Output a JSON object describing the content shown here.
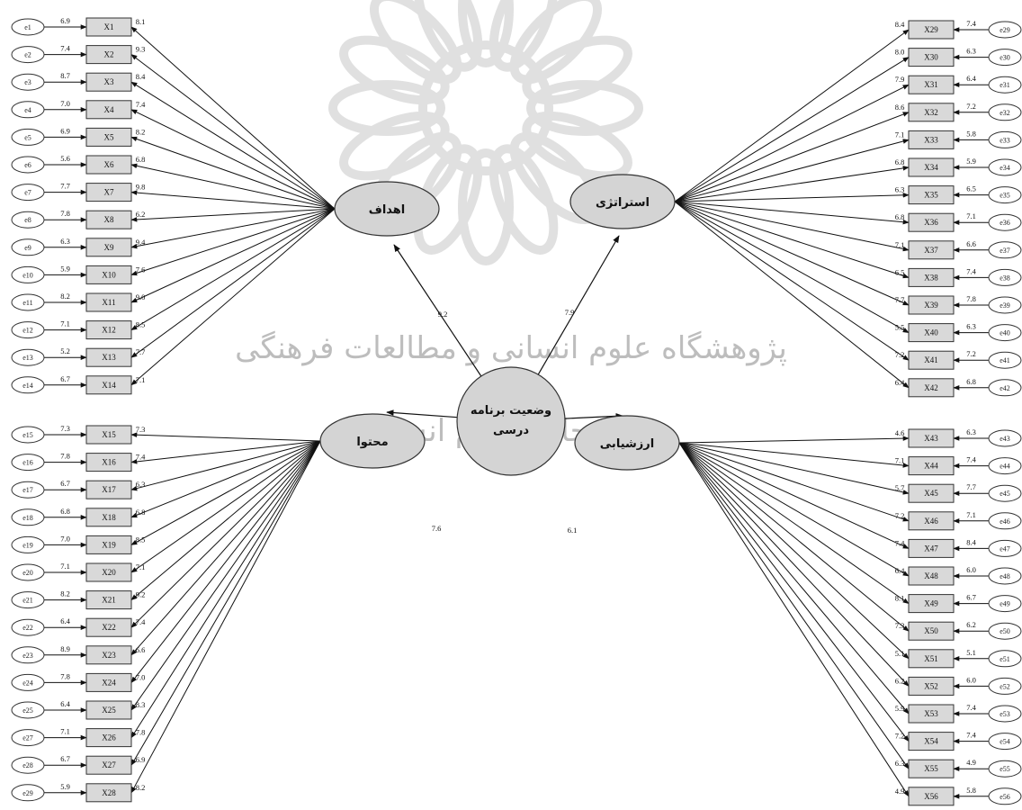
{
  "watermark": {
    "line1": "پژوهشگاه علوم انسانی و مطالعات فرهنگی",
    "line2": "پرتال جامع علوم انسانی"
  },
  "colors": {
    "box_fill": "#d9d9d9",
    "box_stroke": "#333333",
    "latent_fill": "#d4d4d4",
    "ellipse_stroke": "#333333",
    "arrow": "#111111",
    "watermark": "#c8c8c8"
  },
  "central": {
    "label_line1": "وضعیت برنامه",
    "label_line2": "درسی"
  },
  "structural": [
    {
      "target": "ahdaf",
      "weight": "9.2"
    },
    {
      "target": "strategy",
      "weight": "7.9"
    },
    {
      "target": "mohtava",
      "weight": "7.6"
    },
    {
      "target": "arzeshyabi",
      "weight": "6.1"
    }
  ],
  "groups": [
    {
      "id": "ahdaf",
      "label": "اهداف",
      "side": "left",
      "items": [
        {
          "err": "e1",
          "box": "X1",
          "e_w": "6.9",
          "l_w": "8.1"
        },
        {
          "err": "e2",
          "box": "X2",
          "e_w": "7.4",
          "l_w": "9.3"
        },
        {
          "err": "e3",
          "box": "X3",
          "e_w": "8.7",
          "l_w": "8.4"
        },
        {
          "err": "e4",
          "box": "X4",
          "e_w": "7.0",
          "l_w": "7.4"
        },
        {
          "err": "e5",
          "box": "X5",
          "e_w": "6.9",
          "l_w": "8.2"
        },
        {
          "err": "e6",
          "box": "X6",
          "e_w": "5.6",
          "l_w": "6.8"
        },
        {
          "err": "e7",
          "box": "X7",
          "e_w": "7.7",
          "l_w": "9.8"
        },
        {
          "err": "e8",
          "box": "X8",
          "e_w": "7.8",
          "l_w": "6.2"
        },
        {
          "err": "e9",
          "box": "X9",
          "e_w": "6.3",
          "l_w": "9.4"
        },
        {
          "err": "e10",
          "box": "X10",
          "e_w": "5.9",
          "l_w": "7.6"
        },
        {
          "err": "e11",
          "box": "X11",
          "e_w": "8.2",
          "l_w": "9.0"
        },
        {
          "err": "e12",
          "box": "X12",
          "e_w": "7.1",
          "l_w": "8.5"
        },
        {
          "err": "e13",
          "box": "X13",
          "e_w": "5.2",
          "l_w": "7.7"
        },
        {
          "err": "e14",
          "box": "X14",
          "e_w": "6.7",
          "l_w": "7.1"
        }
      ]
    },
    {
      "id": "strategy",
      "label": "استراتژی",
      "side": "right",
      "items": [
        {
          "err": "e29",
          "box": "X29",
          "e_w": "7.4",
          "l_w": "8.4"
        },
        {
          "err": "e30",
          "box": "X30",
          "e_w": "6.3",
          "l_w": "8.0"
        },
        {
          "err": "e31",
          "box": "X31",
          "e_w": "6.4",
          "l_w": "7.9"
        },
        {
          "err": "e32",
          "box": "X32",
          "e_w": "7.2",
          "l_w": "8.6"
        },
        {
          "err": "e33",
          "box": "X33",
          "e_w": "5.8",
          "l_w": "7.1"
        },
        {
          "err": "e34",
          "box": "X34",
          "e_w": "5.9",
          "l_w": "6.8"
        },
        {
          "err": "e35",
          "box": "X35",
          "e_w": "6.5",
          "l_w": "6.3"
        },
        {
          "err": "e36",
          "box": "X36",
          "e_w": "7.1",
          "l_w": "6.8"
        },
        {
          "err": "e37",
          "box": "X37",
          "e_w": "6.6",
          "l_w": "7.1"
        },
        {
          "err": "e38",
          "box": "X38",
          "e_w": "7.4",
          "l_w": "6.5"
        },
        {
          "err": "e39",
          "box": "X39",
          "e_w": "7.8",
          "l_w": "7.7"
        },
        {
          "err": "e40",
          "box": "X40",
          "e_w": "6.3",
          "l_w": "5.5"
        },
        {
          "err": "e41",
          "box": "X41",
          "e_w": "7.2",
          "l_w": "7.2"
        },
        {
          "err": "e42",
          "box": "X42",
          "e_w": "6.8",
          "l_w": "6.4"
        }
      ]
    },
    {
      "id": "mohtava",
      "label": "محتوا",
      "side": "left",
      "items": [
        {
          "err": "e15",
          "box": "X15",
          "e_w": "7.3",
          "l_w": "7.3"
        },
        {
          "err": "e16",
          "box": "X16",
          "e_w": "7.8",
          "l_w": "7.4"
        },
        {
          "err": "e17",
          "box": "X17",
          "e_w": "6.7",
          "l_w": "6.3"
        },
        {
          "err": "e18",
          "box": "X18",
          "e_w": "6.8",
          "l_w": "6.8"
        },
        {
          "err": "e19",
          "box": "X19",
          "e_w": "7.0",
          "l_w": "8.5"
        },
        {
          "err": "e20",
          "box": "X20",
          "e_w": "7.1",
          "l_w": "7.1"
        },
        {
          "err": "e21",
          "box": "X21",
          "e_w": "8.2",
          "l_w": "9.2"
        },
        {
          "err": "e22",
          "box": "X22",
          "e_w": "6.4",
          "l_w": "7.4"
        },
        {
          "err": "e23",
          "box": "X23",
          "e_w": "8.9",
          "l_w": "6.6"
        },
        {
          "err": "e24",
          "box": "X24",
          "e_w": "7.8",
          "l_w": "7.0"
        },
        {
          "err": "e25",
          "box": "X25",
          "e_w": "6.4",
          "l_w": "8.3"
        },
        {
          "err": "e27",
          "box": "X26",
          "e_w": "7.1",
          "l_w": "7.8"
        },
        {
          "err": "e28",
          "box": "X27",
          "e_w": "6.7",
          "l_w": "6.9"
        },
        {
          "err": "e29",
          "box": "X28",
          "e_w": "5.9",
          "l_w": "8.2"
        }
      ]
    },
    {
      "id": "arzeshyabi",
      "label": "ارزشیابی",
      "side": "right",
      "items": [
        {
          "err": "e43",
          "box": "X43",
          "e_w": "6.3",
          "l_w": "4.6"
        },
        {
          "err": "e44",
          "box": "X44",
          "e_w": "7.4",
          "l_w": "7.1"
        },
        {
          "err": "e45",
          "box": "X45",
          "e_w": "7.7",
          "l_w": "5.7"
        },
        {
          "err": "e46",
          "box": "X46",
          "e_w": "7.1",
          "l_w": "7.2"
        },
        {
          "err": "e47",
          "box": "X47",
          "e_w": "8.4",
          "l_w": "7.4"
        },
        {
          "err": "e48",
          "box": "X48",
          "e_w": "6.0",
          "l_w": "6.4"
        },
        {
          "err": "e49",
          "box": "X49",
          "e_w": "6.7",
          "l_w": "8.1"
        },
        {
          "err": "e50",
          "box": "X50",
          "e_w": "6.2",
          "l_w": "7.3"
        },
        {
          "err": "e51",
          "box": "X51",
          "e_w": "5.1",
          "l_w": "5.1"
        },
        {
          "err": "e52",
          "box": "X52",
          "e_w": "6.0",
          "l_w": "6.2"
        },
        {
          "err": "e53",
          "box": "X53",
          "e_w": "7.4",
          "l_w": "5.9"
        },
        {
          "err": "e54",
          "box": "X54",
          "e_w": "7.4",
          "l_w": "7.2"
        },
        {
          "err": "e55",
          "box": "X55",
          "e_w": "4.9",
          "l_w": "6.3"
        },
        {
          "err": "e56",
          "box": "X56",
          "e_w": "5.8",
          "l_w": "4.9"
        }
      ]
    }
  ]
}
